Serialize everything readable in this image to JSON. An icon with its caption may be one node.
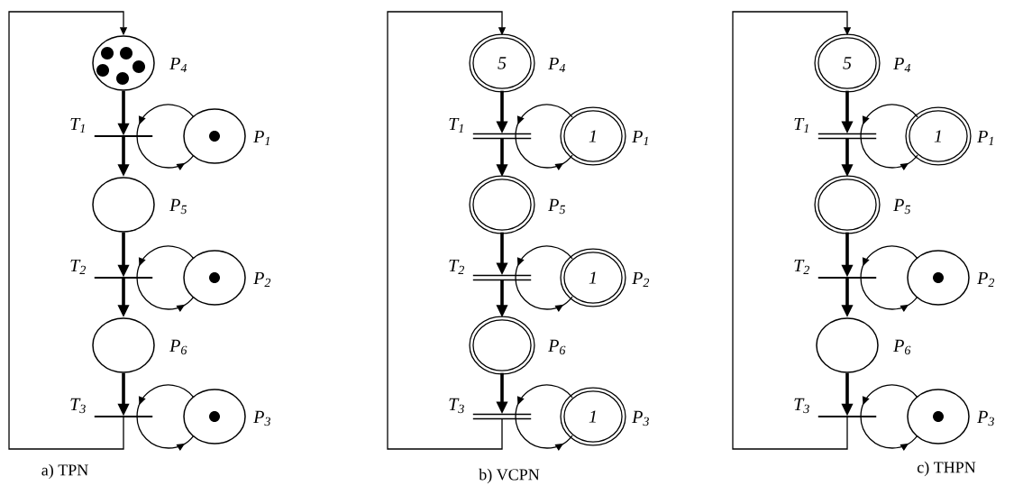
{
  "diagram": {
    "nodes": [
      {
        "text": [],
        "shape": "circle",
        "beside": [
          "P$_{4}$"
        ]
      },
      {
        "text": [],
        "shape": "bar",
        "beside": [
          "T$_{1}$"
        ]
      },
      {
        "text": [],
        "shape": "circle",
        "beside": [
          "P$_{1}$"
        ]
      },
      {
        "text": [],
        "shape": "circle",
        "beside": [
          "P$_{5}$"
        ]
      },
      {
        "text": [],
        "shape": "bar",
        "beside": [
          "T$_{2}$"
        ]
      },
      {
        "text": [],
        "shape": "circle",
        "beside": [
          "P$_{2}$"
        ]
      },
      {
        "text": [],
        "shape": "circle",
        "beside": [
          "P$_{6}$"
        ]
      },
      {
        "text": [],
        "shape": "bar",
        "beside": [
          "T$_{3}$"
        ]
      },
      {
        "text": [],
        "shape": "circle",
        "beside": [
          "P$_{3}$"
        ]
      },
      {
        "text": [
          "5"
        ],
        "beside": [
          "P$_{4}$"
        ]
      },
      {
        "text": [],
        "shape": "bar",
        "beside": [
          "T$_{1}$"
        ]
      },
      {
        "text": [
          "1"
        ],
        "beside": [
          "P$_{1}$"
        ]
      },
      {
        "text": [],
        "shape": "circle",
        "beside": [
          "P$_{5}$"
        ]
      },
      {
        "text": [],
        "shape": "bar",
        "beside": [
          "T$_{2}$"
        ]
      },
      {
        "text": [
          "1"
        ],
        "beside": [
          "P$_{2}$"
        ]
      },
      {
        "text": [],
        "shape": "circle",
        "beside": [
          "P$_{6}$"
        ]
      },
      {
        "text": [],
        "shape": "bar",
        "beside": [
          "T$_{3}$"
        ]
      },
      {
        "text": [
          "1"
        ],
        "beside": [
          "P$_{3}$"
        ]
      },
      {
        "text": [
          "5"
        ],
        "beside": [
          "P$_{4}$"
        ]
      },
      {
        "text": [],
        "shape": "bar",
        "beside": [
          "T$_{1}$"
        ]
      },
      {
        "text": [
          "1"
        ],
        "beside": [
          "P$_{1}$"
        ]
      },
      {
        "text": [],
        "shape": "circle",
        "beside": [
          "P$_{5}$"
        ]
      },
      {
        "text": [],
        "shape": "bar",
        "beside": [
          "T$_{2}$"
        ]
      },
      {
        "text": [],
        "shape": "circle",
        "beside": [
          "P$_{2}$"
        ]
      },
      {
        "text": [],
        "shape": "circle",
        "beside": [
          "P$_{6}$"
        ]
      },
      {
        "text": [],
        "shape": "bar",
        "beside": [
          "T$_{3}$"
        ]
      },
      {
        "text": [],
        "shape": "circle",
        "beside": [
          "P$_{3}$"
        ]
      }
    ],
    "edges": [
      {
        "from": 0,
        "to": 1,
        "arrow": "to",
        "style": "thick"
      },
      {
        "from": 1,
        "to": 3,
        "arrow": "to",
        "style": "thick"
      },
      {
        "from": 2,
        "to": 1,
        "arrow": "to"
      },
      {
        "from": 1,
        "to": 2,
        "arrow": "to"
      },
      {
        "from": 3,
        "to": 4,
        "arrow": "to",
        "style": "thick"
      },
      {
        "from": 4,
        "to": 6,
        "arrow": "to",
        "style": "thick"
      },
      {
        "from": 5,
        "to": 4,
        "arrow": "to"
      },
      {
        "from": 4,
        "to": 5,
        "arrow": "to"
      },
      {
        "from": 6,
        "to": 7,
        "arrow": "to",
        "style": "thick"
      },
      {
        "from": 8,
        "to": 7,
        "arrow": "to"
      },
      {
        "from": 7,
        "to": 8,
        "arrow": "to"
      },
      {
        "from": 7,
        "to": 0,
        "arrow": "to"
      },
      {
        "from": 9,
        "to": 10,
        "arrow": "to",
        "style": "thick"
      },
      {
        "from": 10,
        "to": 12,
        "arrow": "to",
        "style": "thick"
      },
      {
        "from": 11,
        "to": 10,
        "arrow": "to"
      },
      {
        "from": 10,
        "to": 11,
        "arrow": "to"
      },
      {
        "from": 12,
        "to": 13,
        "arrow": "to",
        "style": "thick"
      },
      {
        "from": 13,
        "to": 15,
        "arrow": "to",
        "style": "thick"
      },
      {
        "from": 14,
        "to": 13,
        "arrow": "to"
      },
      {
        "from": 13,
        "to": 14,
        "arrow": "to"
      },
      {
        "from": 15,
        "to": 16,
        "arrow": "to",
        "style": "thick"
      },
      {
        "from": 17,
        "to": 16,
        "arrow": "to"
      },
      {
        "from": 16,
        "to": 17,
        "arrow": "to"
      },
      {
        "from": 16,
        "to": 9,
        "arrow": "to"
      },
      {
        "from": 18,
        "to": 19,
        "arrow": "to",
        "style": "thick"
      },
      {
        "from": 19,
        "to": 21,
        "arrow": "to",
        "style": "thick"
      },
      {
        "from": 20,
        "to": 19,
        "arrow": "to"
      },
      {
        "from": 19,
        "to": 20,
        "arrow": "to"
      },
      {
        "from": 21,
        "to": 22,
        "arrow": "to",
        "style": "thick"
      },
      {
        "from": 22,
        "to": 24,
        "arrow": "to",
        "style": "thick"
      },
      {
        "from": 23,
        "to": 22,
        "arrow": "to"
      },
      {
        "from": 22,
        "to": 23,
        "arrow": "to"
      },
      {
        "from": 24,
        "to": 25,
        "arrow": "to",
        "style": "thick"
      },
      {
        "from": 26,
        "to": 25,
        "arrow": "to"
      },
      {
        "from": 25,
        "to": 26,
        "arrow": "to"
      },
      {
        "from": 25,
        "to": 18,
        "arrow": "to"
      }
    ],
    "labels": [
      "a) TPN",
      "b) VCPN",
      "c) THPN"
    ]
  }
}
